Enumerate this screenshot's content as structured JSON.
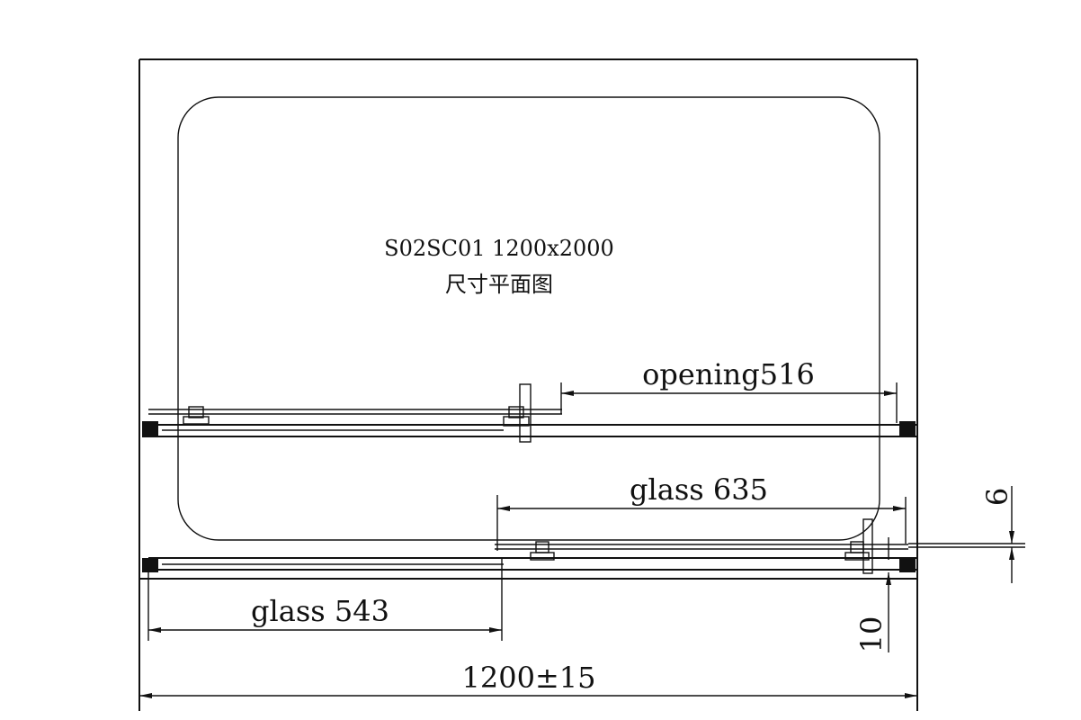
{
  "drawing": {
    "model": "S02SC01  1200x2000",
    "subtitle": "尺寸平面图",
    "dimensions": {
      "opening": "opening516",
      "glass_upper": "glass 635",
      "glass_lower": "glass 543",
      "overall": "1200±15",
      "gap_6": "6",
      "gap_10": "10"
    }
  }
}
